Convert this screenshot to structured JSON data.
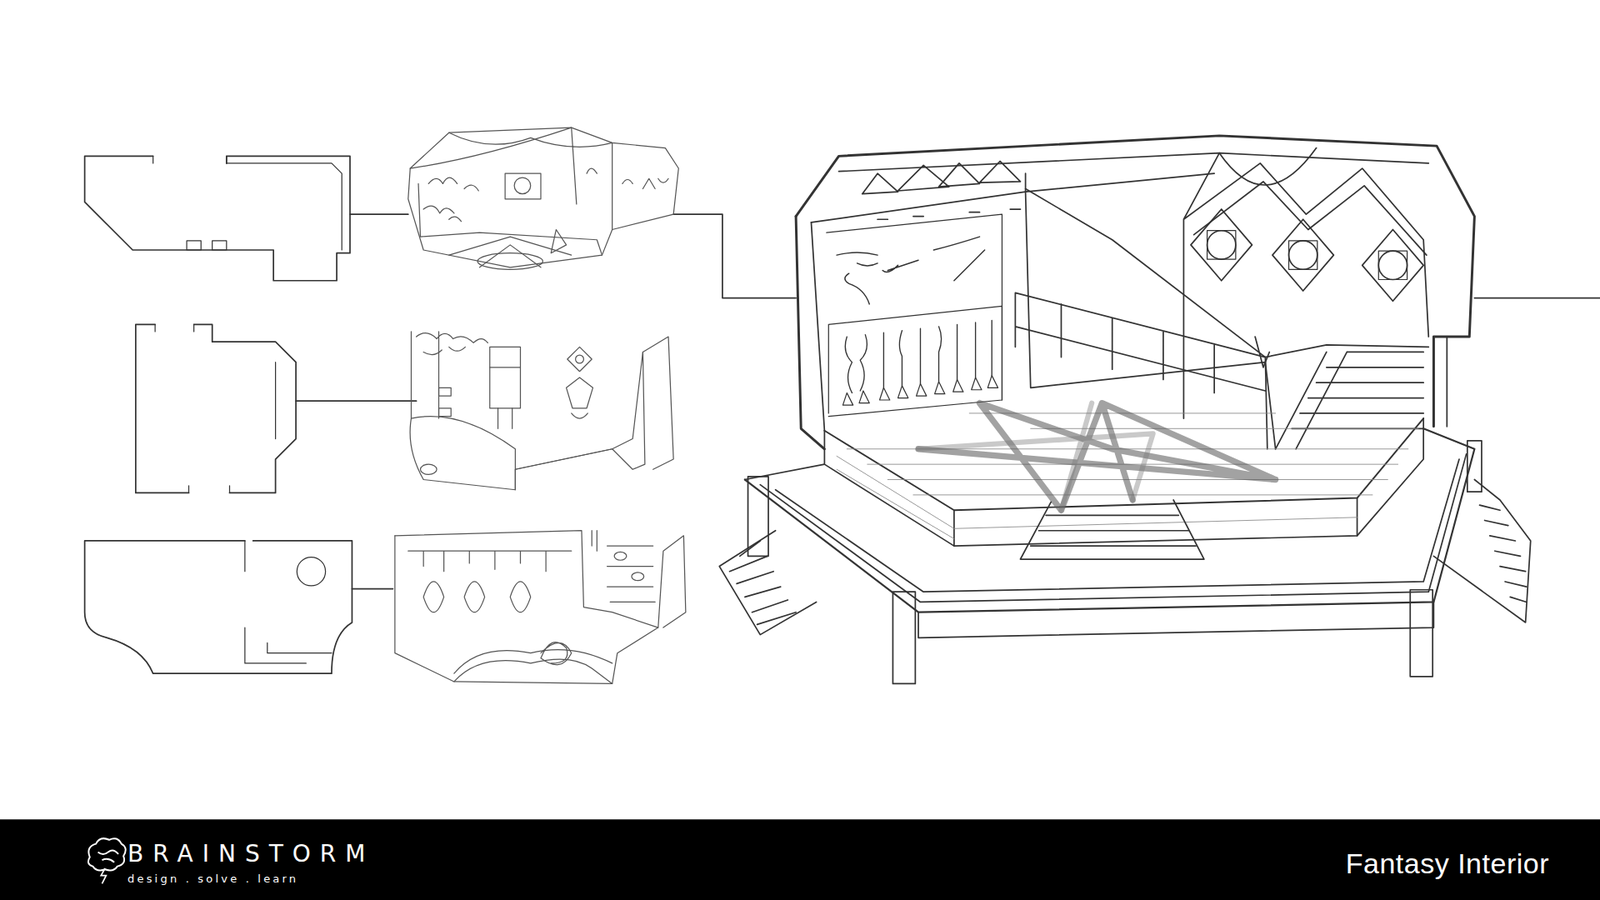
{
  "diagram": {
    "title": "Fantasy Interior",
    "labels": [
      "BRAINSTORM",
      "design . solve . learn"
    ]
  }
}
